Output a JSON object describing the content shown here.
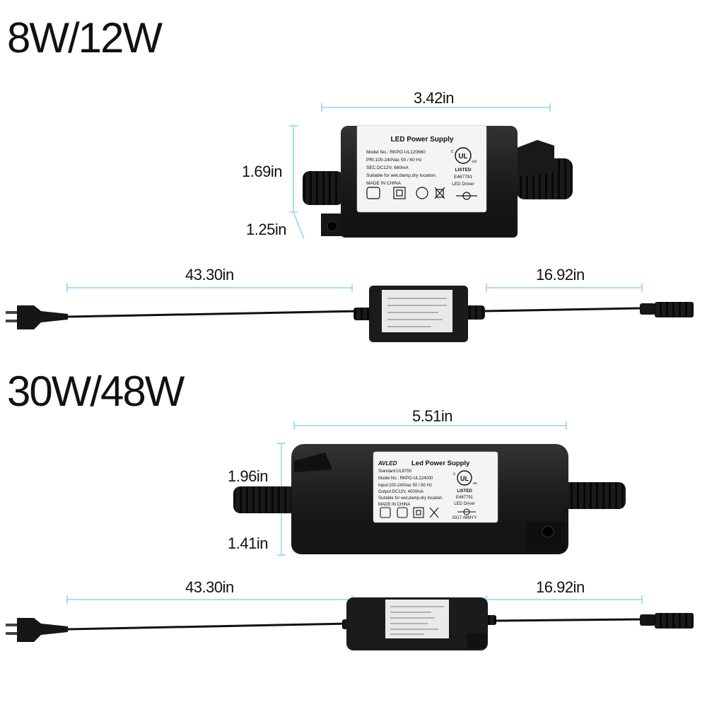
{
  "colors": {
    "dimension_line": "#8fd3ee",
    "body": "#1c1c1c",
    "cable": "#111111",
    "label": "#f4f4f4"
  },
  "small": {
    "heading": "8W/12W",
    "width": "3.42in",
    "height": "1.69in",
    "depth": "1.25in",
    "input_cable": "43.30in",
    "output_cable": "16.92in",
    "label": {
      "title": "LED Power Supply",
      "model": "Model No.: RKPO-UL120660",
      "pri": "PRI:100-240Vac 50 / 60 Hz",
      "sec": "SEC:DC12V, 660mA",
      "suitable": "Suitable for wet,damp,dry location.",
      "made": "MADE IN CHINA",
      "ul": "UL",
      "c": "c",
      "us": "us",
      "listed": "LISTED",
      "file": "E467791",
      "driver": "LED Driver"
    }
  },
  "large": {
    "heading": "30W/48W",
    "width": "5.51in",
    "height": "1.96in",
    "depth": "1.41in",
    "input_cable": "43.30in",
    "output_cable": "16.92in",
    "label": {
      "brand": "AVLED",
      "title": "Led Power Supply",
      "standard": "Standard:UL8750",
      "model": "Model No.: RKPO-UL124000",
      "input": "Input:100-240Vac 50 / 60 Hz",
      "output": "Output:DC12V, 4000mA",
      "suitable": "Suitable for wet,damp,dry location.",
      "made": "MADE IN CHINA",
      "ul": "UL",
      "c": "c",
      "us": "us",
      "listed": "LISTED",
      "file": "E467791",
      "driver": "LED Driver",
      "date": "0317 /MMYY"
    }
  }
}
